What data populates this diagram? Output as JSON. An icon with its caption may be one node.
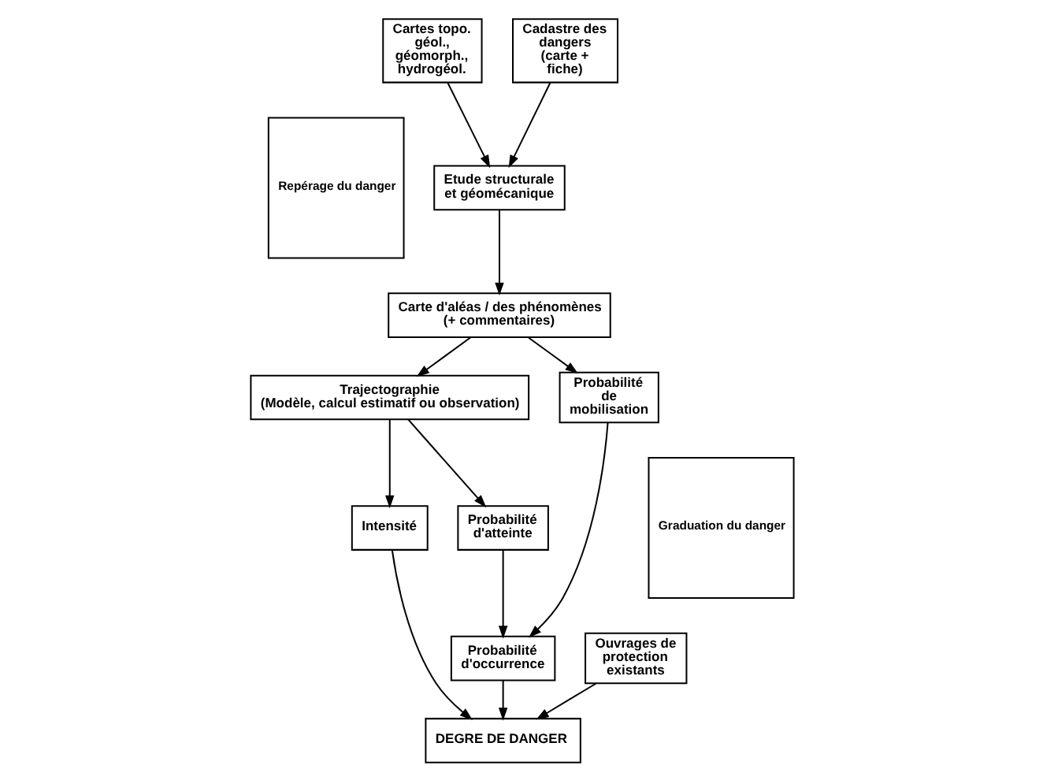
{
  "diagram": {
    "nodes": [
      {
        "text": [
          "Repérage du danger"
        ]
      },
      {
        "text": [
          "Cartes topo. géol., géomorph., hydrogéol."
        ]
      },
      {
        "text": [
          "Cadastre des dangers (carte + fiche)"
        ]
      },
      {
        "text": [
          "Ouvrages de protection existants"
        ]
      },
      {
        "text": [
          "Etude structurale et géomécanique"
        ]
      },
      {
        "text": [
          "Carte d'aléas / des phénomènes",
          "(+ commentaires)"
        ]
      },
      {
        "text": [
          "Graduation du danger"
        ]
      },
      {
        "text": [
          "Trajectographie",
          "(Modèle, calcul estimatif ou observation)"
        ]
      },
      {
        "text": [
          "Probabilité d'atteinte"
        ]
      },
      {
        "text": [
          "Probabilité de mobilisation"
        ]
      },
      {
        "text": [
          "Intensité"
        ]
      },
      {
        "text": [
          "Probabilité d'occurrence"
        ]
      },
      {
        "text": [
          "DEGRE DE DANGER"
        ]
      }
    ],
    "edges": [
      {
        "from": 1,
        "to": 4,
        "arrow": "to"
      },
      {
        "from": 2,
        "to": 4,
        "arrow": "to"
      },
      {
        "from": 4,
        "to": 5,
        "arrow": "to"
      },
      {
        "from": 5,
        "to": 9,
        "arrow": "to"
      },
      {
        "from": 5,
        "to": 7,
        "arrow": "to"
      },
      {
        "from": 7,
        "to": 8,
        "arrow": "to"
      },
      {
        "from": 7,
        "to": 10,
        "arrow": "to"
      },
      {
        "from": 8,
        "to": 11,
        "arrow": "to"
      },
      {
        "from": 9,
        "to": 11,
        "arrow": "to"
      },
      {
        "from": 10,
        "to": 12,
        "arrow": "to"
      },
      {
        "from": 11,
        "to": 12,
        "arrow": "to"
      },
      {
        "from": 3,
        "to": 12,
        "arrow": "to"
      }
    ]
  }
}
